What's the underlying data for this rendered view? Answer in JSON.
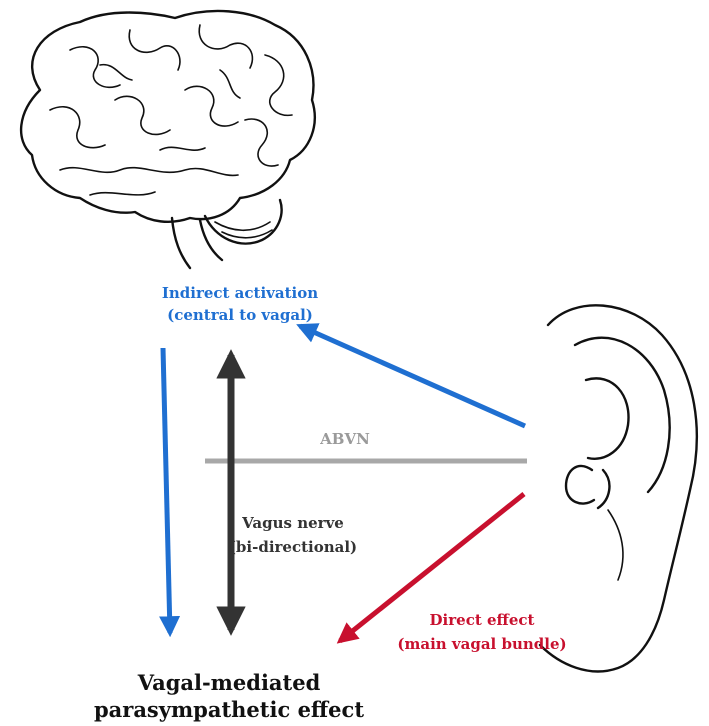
{
  "labels": {
    "indirect_line1": "Indirect activation",
    "indirect_line2": "(central to vagal)",
    "abvn": "ABVN",
    "vagus_line1": "Vagus nerve",
    "vagus_line2": "(bi-directional)",
    "direct_line1": "Direct effect",
    "direct_line2": "(main vagal bundle)",
    "result_line1": "Vagal-mediated",
    "result_line2": "parasympathetic effect"
  },
  "colors": {
    "indirect": "#1f6fd1",
    "direct": "#c8102e",
    "vagus": "#333333",
    "abvn": "#9a9a9a"
  },
  "icons": [
    "brain-icon",
    "ear-icon"
  ]
}
